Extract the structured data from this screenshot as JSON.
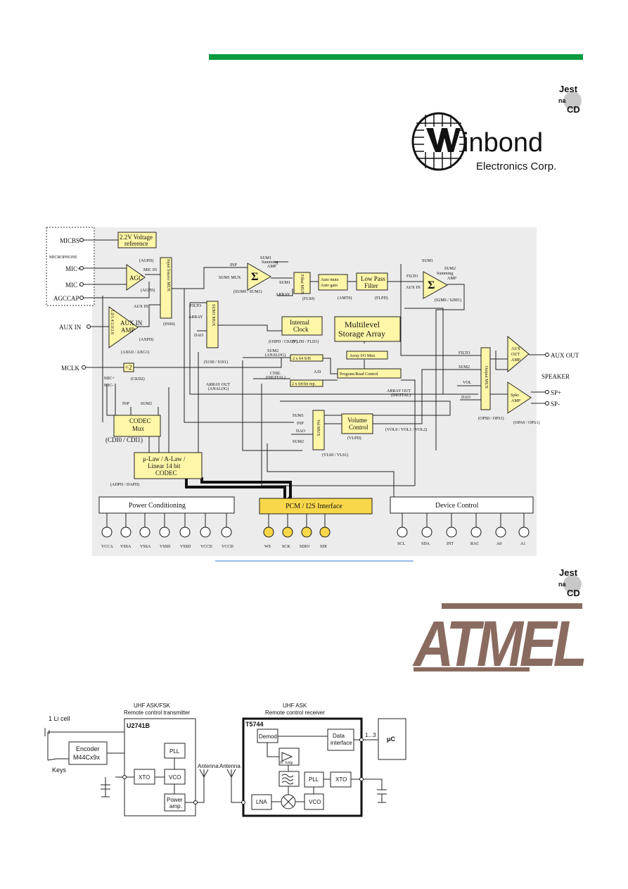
{
  "header": {
    "bar_color": "#0a9b3c"
  },
  "badge1": {
    "line1": "Jest",
    "line2": "na",
    "line3": "CD"
  },
  "winbond": {
    "name": "inbond",
    "subtitle": "Electronics Corp."
  },
  "block": {
    "micbs": "MICBS",
    "microphone": "MICROPHONE",
    "mic_plus": "MIC+",
    "mic_minus": "MIC -",
    "agccap": "AGCCAP",
    "aux_in": "AUX IN",
    "mclk": "MCLK",
    "mic_pm1": "MIC+",
    "mic_pm2": "MIC-",
    "vref_1": "2.2V Voltage",
    "vref_2": "reference",
    "agpd": "(AGPD)",
    "agc": "AGC",
    "mic_in": "MIC IN",
    "aux_in_lbl": "AUX IN",
    "input_mux": "Input Source MUX",
    "insi": "(INS0)",
    "auxamp_1": "AUX IN",
    "auxamp_2": "AMP",
    "auxamp_gain": "1.0/1.4/2.0/2.8",
    "axpd": "(AXPD)",
    "axg": "(AXG0 / AXG1)",
    "div2": "÷2",
    "ckd2": "(CKD2)",
    "sum1_lbl": "SUM1",
    "summing": "Summing",
    "amp": "AMP",
    "inp": "INP",
    "sum1mux_lbl": "SUM1 MUX",
    "sum1m": "(SUM0 / SUM1)",
    "filter_mux": "Filter MUX",
    "fls0": "(FLS0)",
    "array": "ARRAY",
    "sum1": "SUM1",
    "automute_1": "Auto mute",
    "automute_2": "Auto gain",
    "amt0": "(AMT0)",
    "lpf_1": "Low Pass",
    "lpf_2": "Filter",
    "flpd": "(FLPD)",
    "filto": "FILTO",
    "aux_in2": "AUX IN",
    "sum2amp": "SUM2",
    "s2m": "(S2M0 / S2M1)",
    "sum1_mux_block": "SUM1 MUX",
    "dao": "DAO",
    "s1s": "(S1S0 / S1S1)",
    "intclock_1": "Internal",
    "intclock_2": "Clock",
    "ospd": "(OSPD / CKDV)",
    "fld": "(FLD0 / FLD1)",
    "msa_1": "Multilevel",
    "msa_2": "Storage Array",
    "array_io": "Array I/O Mux",
    "sh": "2 x 64 S/H",
    "ad": "A/D",
    "prc": "Program/Read Control",
    "rep": "2 x 64-bit rep.",
    "sum2_analog": "SUM2",
    "analog": "(ANALOG)",
    "ctrl": "CTRL",
    "digital": "(DIGITAL)",
    "array_out": "ARRAY OUT",
    "array_out_d": "ARRAY OUT",
    "output_mux": "Output MUX",
    "ops": "(OPS0 / OPS1)",
    "auxout_amp_1": "AUX",
    "auxout_amp_2": "OUT",
    "auxout_amp_3": "AMP",
    "aux_out": "AUX OUT",
    "speaker": "SPEAKER",
    "sp_plus": "SP+",
    "sp_minus": "SP-",
    "spkr_1": "Spkr.",
    "spkr_2": "AMP",
    "opa": "(OPA0 / OPA1)",
    "vol": "VOL",
    "sum2": "SUM2",
    "vol_mux": "Vol MUX",
    "volume_1": "Volume",
    "volume_2": "Control",
    "vlpd": "(VLPD)",
    "vol_bits": "(VOL0 / VOL1 / VOL2)",
    "vls": "(VLS0 / VLS1)",
    "codec_mux_1": "CODEC",
    "codec_mux_2": "Mux",
    "cdi": "(CDI0 / CDI1)",
    "codec_1": "μ-Law / A-Law /",
    "codec_2": "Linear 14 bit",
    "codec_3": "CODEC",
    "adpd": "(ADPD / DAPD)",
    "power": "Power Conditioning",
    "pcm": "PCM / I2S Interface",
    "device": "Device Control",
    "pins_power": [
      "VCCA",
      "VSSA",
      "VSSA",
      "VSSD",
      "VSSD",
      "VCCD",
      "VCCD"
    ],
    "pins_pcm": [
      "WS",
      "SCK",
      "SDIO",
      "SDI"
    ],
    "pins_dev": [
      "SCL",
      "SDA",
      "INT",
      "RAC",
      "A0",
      "A1"
    ]
  },
  "badge2": {
    "line1": "Jest",
    "line2": "na",
    "line3": "CD"
  },
  "atmel": {
    "text": "ATMEL"
  },
  "rf": {
    "tx_title_1": "UHF ASK/FSK",
    "tx_title_2": "Remote control transmitter",
    "rx_title_1": "UHF ASK",
    "rx_title_2": "Remote control receiver",
    "li_cell": "1 Li cell",
    "encoder_1": "Encoder",
    "encoder_2": "M44Cx9x",
    "keys": "Keys",
    "u2741b": "U2741B",
    "pll": "PLL",
    "xto": "XTO",
    "vco": "VCO",
    "power_1": "Power",
    "power_2": "amp.",
    "antenna1": "Antenna",
    "antenna2": "Antenna",
    "t5744": "T5744",
    "demod": "Demod.",
    "data_if_1": "Data",
    "data_if_2": "interface",
    "if_amp": "IF Amp",
    "pll2": "PLL",
    "xto2": "XTO",
    "lna": "LNA",
    "vco2": "VCO",
    "bus": "1...3",
    "uc": "μC"
  }
}
